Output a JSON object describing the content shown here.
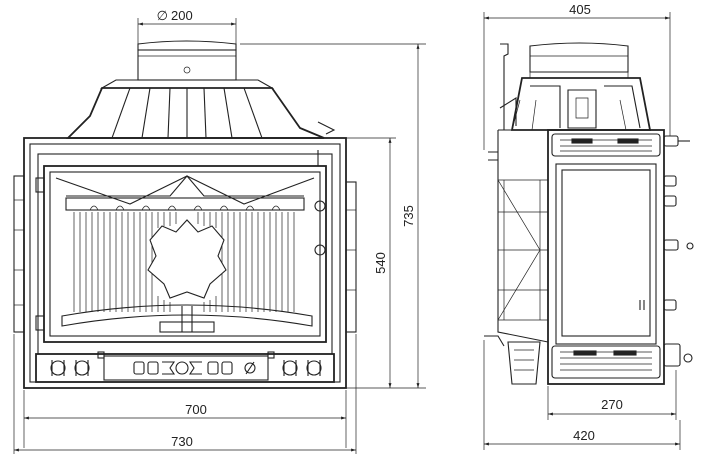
{
  "dimensions": {
    "flue_diameter": "200",
    "flue_symbol": "∅",
    "front_inner_width": "700",
    "front_total_width": "730",
    "front_body_height": "540",
    "front_total_height": "735",
    "side_top_depth": "405",
    "side_bottom_depth": "420",
    "side_base_depth": "270"
  }
}
